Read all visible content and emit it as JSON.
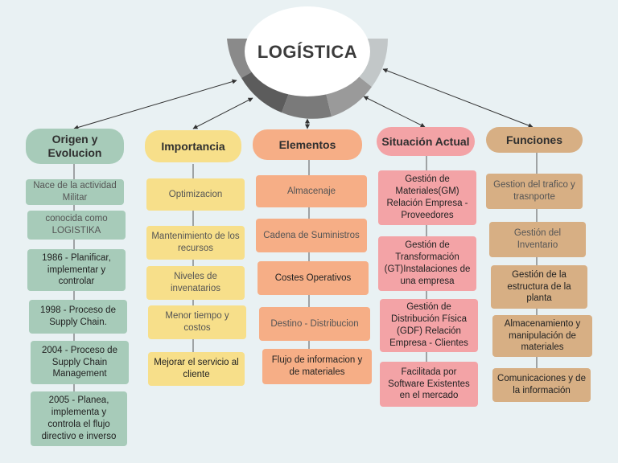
{
  "title": "LOGÍSTICA",
  "colors": {
    "background": "#e9f1f3",
    "origen": "#a7cbb9",
    "importancia": "#f7df8a",
    "elementos": "#f6ae86",
    "situacion": "#f3a3a6",
    "funciones": "#d7af84",
    "hub_ring": [
      "#8a8a8a",
      "#5c5c5c",
      "#4a4a4a",
      "#7a7a7a",
      "#9a9a9a",
      "#c2c7c8"
    ]
  },
  "branches": [
    {
      "title": "Origen y Evolucion",
      "items": [
        "Nace de la actividad Militar",
        "conocida como LOGISTIKA",
        "1986 - Planificar, implementar y controlar",
        "1998 - Proceso de Supply Chain.",
        "2004 - Proceso de Supply Chain Management",
        "2005 - Planea, implementa y controla el flujo directivo e inverso"
      ]
    },
    {
      "title": "Importancia",
      "items": [
        "Optimizacion",
        "Mantenimiento de los recursos",
        "Niveles de invenatarios",
        "Menor tiempo y costos",
        "Mejorar el servicio al cliente"
      ]
    },
    {
      "title": "Elementos",
      "items": [
        "Almacenaje",
        "Cadena de Suministros",
        "Costes Operativos",
        "Destino - Distribucion",
        "Flujo de informacion y de materiales"
      ]
    },
    {
      "title": "Situación Actual",
      "items": [
        "Gestión de Materiales(GM) Relación Empresa - Proveedores",
        "Gestión de Transformación (GT)Instalaciones de una empresa",
        "Gestión de Distribución Física (GDF) Relación Empresa - Clientes",
        "Facilitada por Software Existentes en el mercado"
      ]
    },
    {
      "title": "Funciones",
      "items": [
        "Gestion del trafico y trasnporte",
        "Gestión del Inventario",
        "Gestión de la estructura de la planta",
        "Almacenamiento y manipulación de materiales",
        "Comunicaciones y de la información"
      ]
    }
  ]
}
